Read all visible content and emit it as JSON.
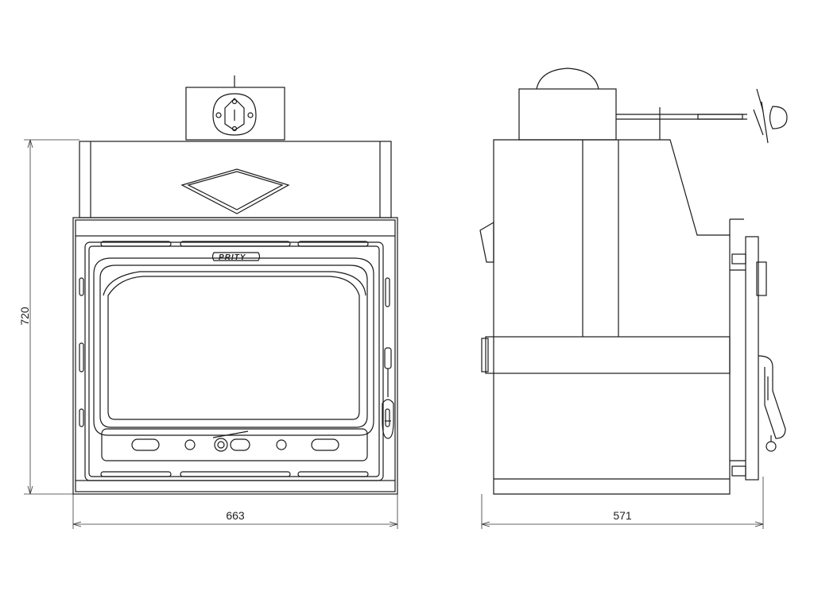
{
  "dimensions": {
    "height_label": "720",
    "front_width_label": "663",
    "side_depth_label": "571"
  },
  "brand": {
    "text": "PRITY"
  },
  "colors": {
    "line": "#1a1a1a",
    "dimension_line": "#333333",
    "background": "#ffffff"
  }
}
